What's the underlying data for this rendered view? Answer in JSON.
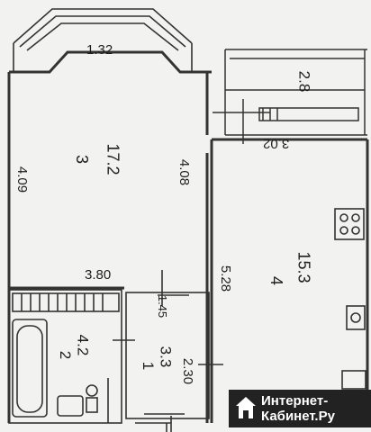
{
  "plan": {
    "bay_width": "1.32",
    "balcony_width": "2.8",
    "balcony_length": "3.02",
    "rooms": [
      {
        "number": "3",
        "area": "17.2",
        "wall_left": "4.09",
        "wall_right": "4.08",
        "wall_bottom": "3.80"
      },
      {
        "number": "4",
        "area": "15.3",
        "wall_left": "5.28"
      },
      {
        "number": "2",
        "area": "4.2"
      },
      {
        "number": "1",
        "area": "3.3",
        "wall_left": "2.30",
        "wall_top": "1.45"
      }
    ]
  },
  "watermark": {
    "line1": "Интернет-",
    "line2": "Кабинет.Ру"
  }
}
